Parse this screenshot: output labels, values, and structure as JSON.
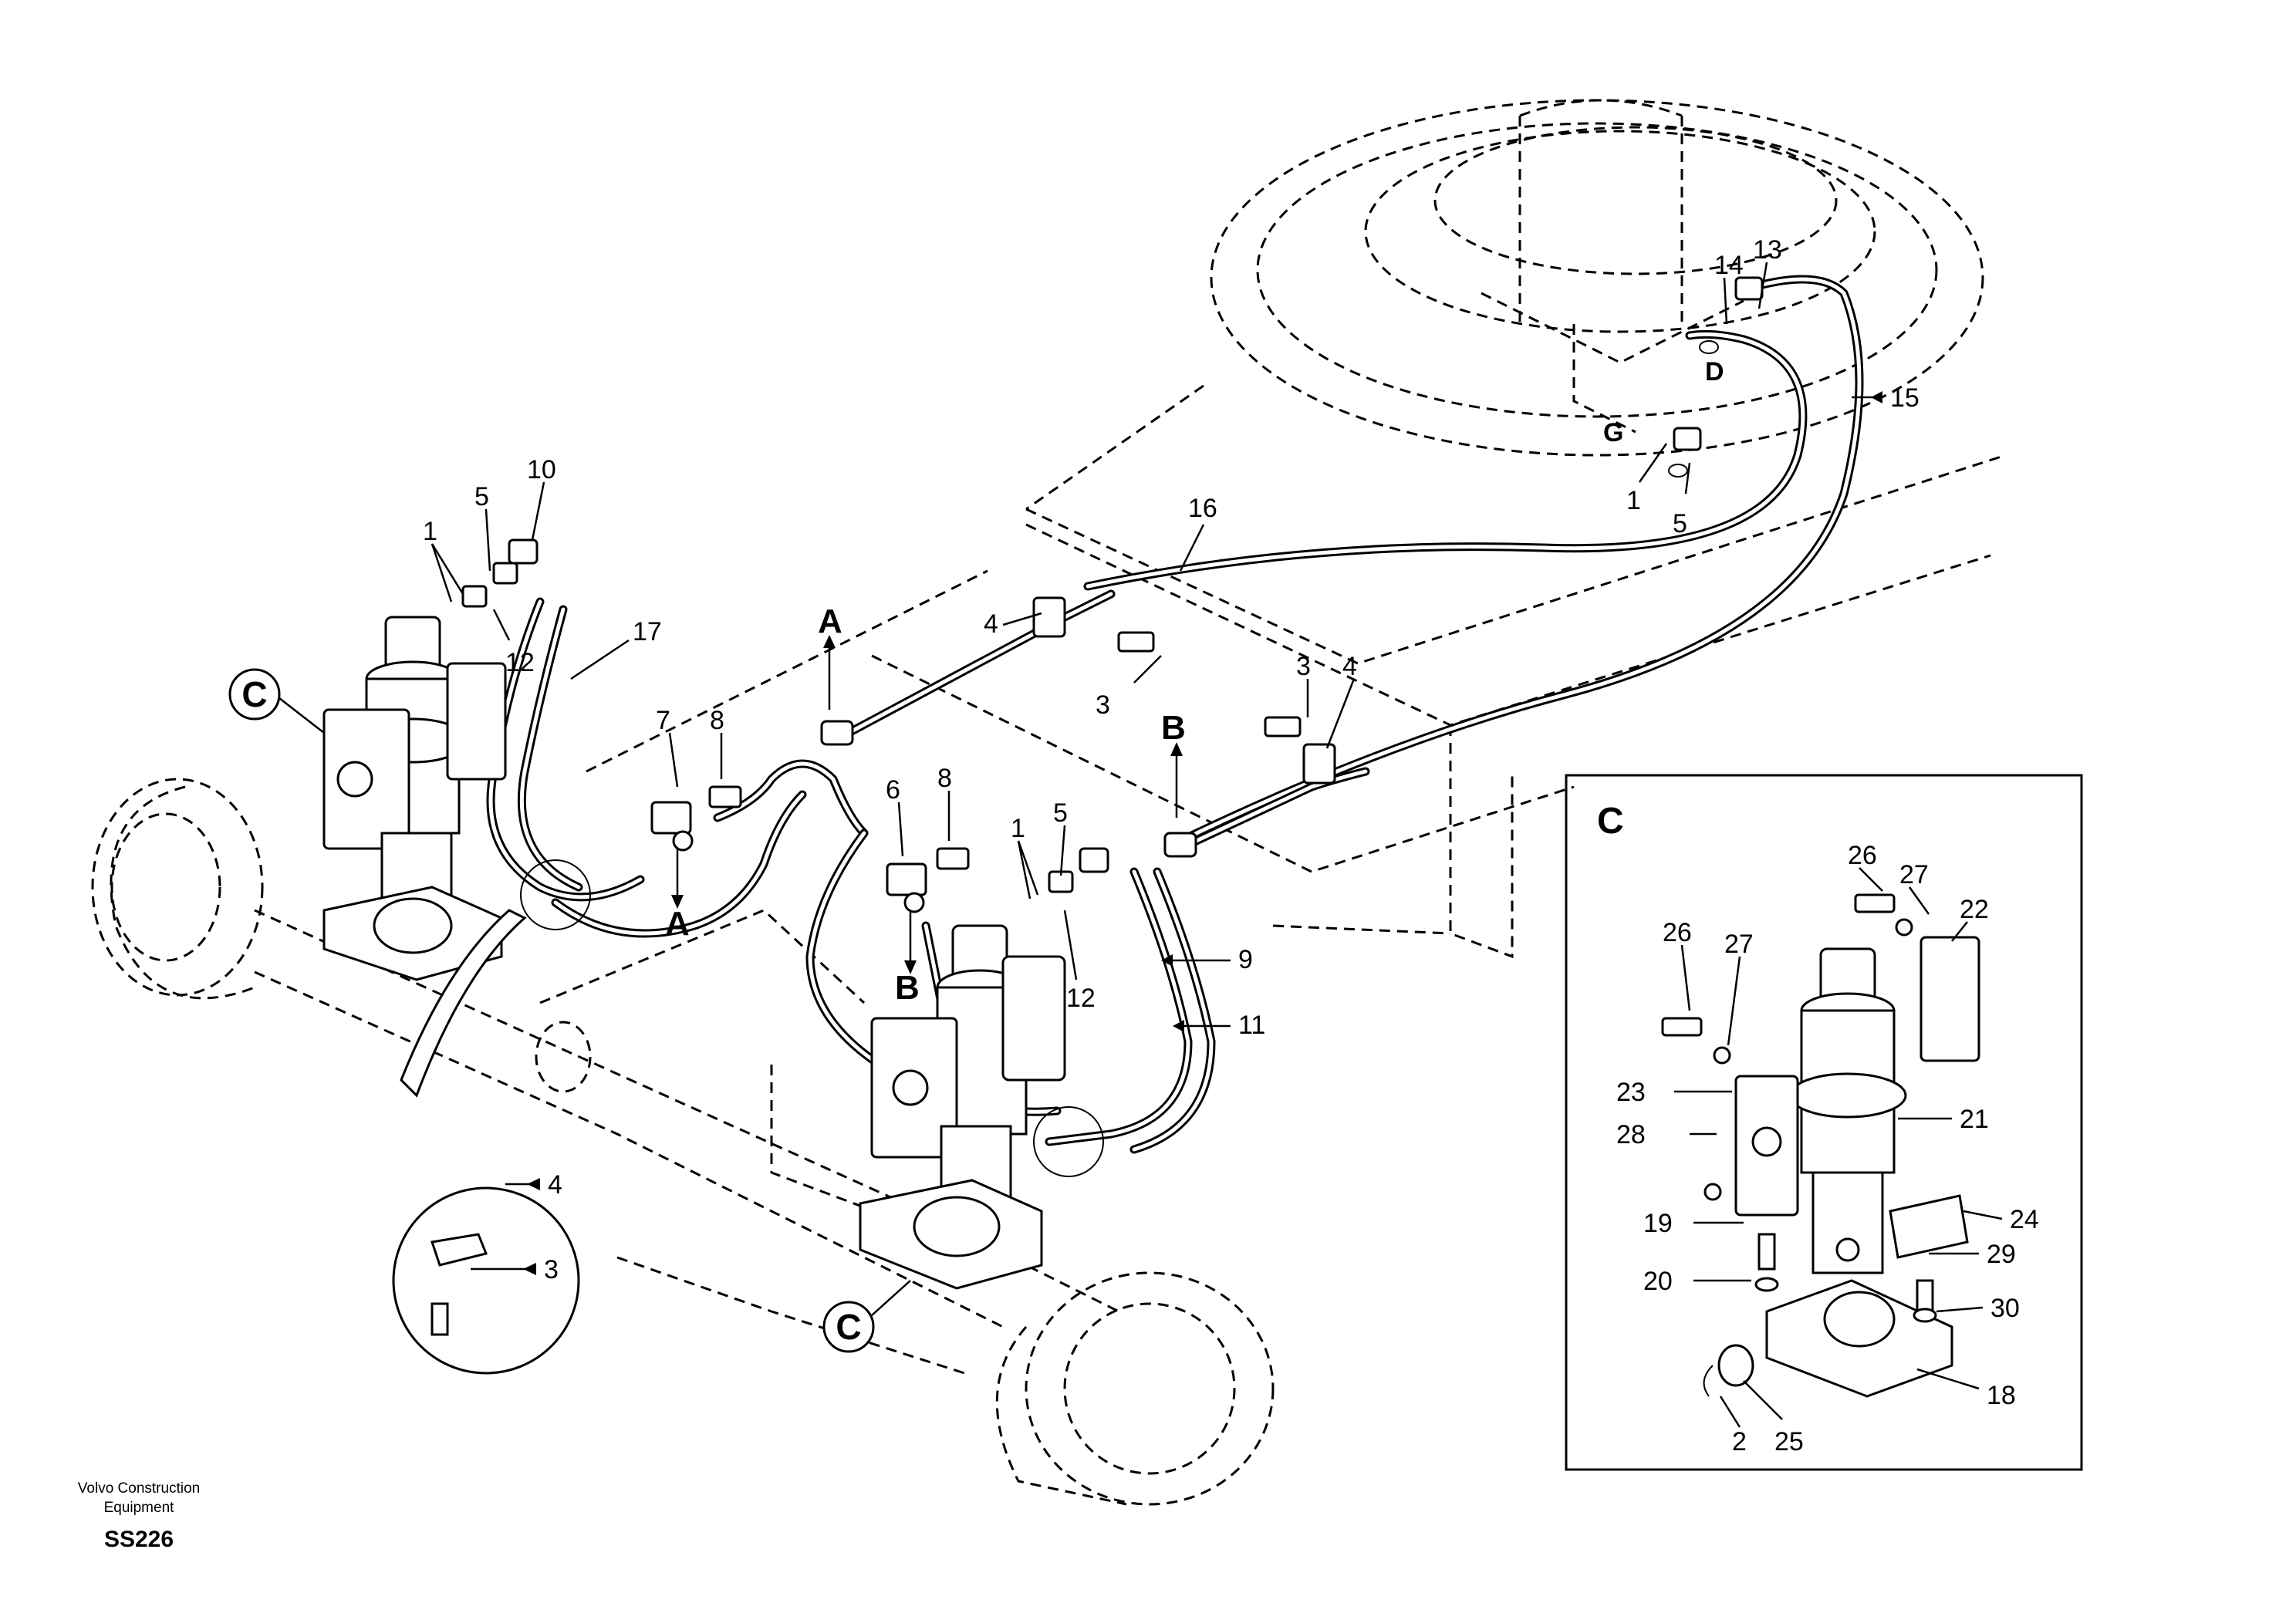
{
  "footer": {
    "brand_line1": "Volvo Construction",
    "brand_line2": "Equipment",
    "drawing_code": "SS226"
  },
  "section_letters": {
    "a_top": "A",
    "a_bottom": "A",
    "b_top": "B",
    "b_bottom": "B",
    "d": "D",
    "g": "G"
  },
  "circled_refs": {
    "left": "C",
    "bottom": "C"
  },
  "inset": {
    "label": "C"
  },
  "callouts": {
    "c1a": "1",
    "c1b": "1",
    "c1c": "1",
    "c2": "2",
    "c3a": "3",
    "c3b": "3",
    "c3c": "3",
    "c4a": "4",
    "c4b": "4",
    "c4c": "4",
    "c5a": "5",
    "c5b": "5",
    "c5c": "5",
    "c6": "6",
    "c7": "7",
    "c8a": "8",
    "c8b": "8",
    "c9": "9",
    "c10": "10",
    "c11": "11",
    "c12a": "12",
    "c12b": "12",
    "c13": "13",
    "c14": "14",
    "c15": "15",
    "c16": "16",
    "c17": "17",
    "c18": "18",
    "c19": "19",
    "c20": "20",
    "c21": "21",
    "c22": "22",
    "c23": "23",
    "c24": "24",
    "c25": "25",
    "c26a": "26",
    "c26b": "26",
    "c27a": "27",
    "c27b": "27",
    "c28": "28",
    "c29": "29",
    "c30": "30"
  }
}
